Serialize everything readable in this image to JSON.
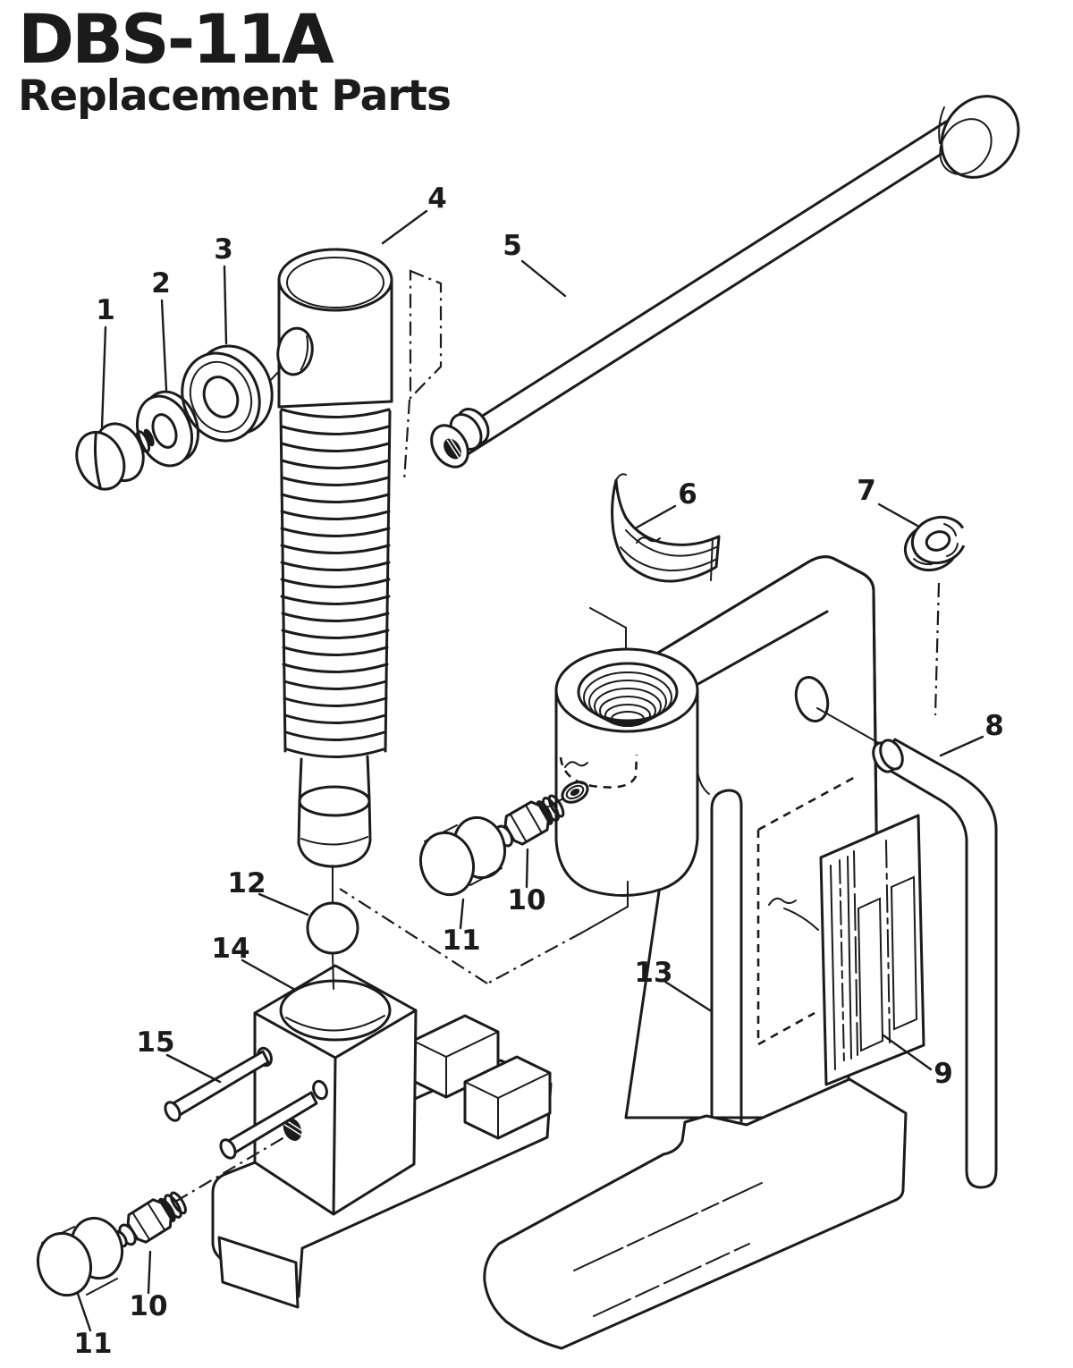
{
  "header": {
    "title": "DBS-11A",
    "subtitle": "Replacement Parts"
  },
  "diagram": {
    "kind": "exploded-parts-line-drawing",
    "ink_color": "#1b1b1b",
    "background_color": "#ffffff"
  },
  "callouts": {
    "c1": "1",
    "c2": "2",
    "c3": "3",
    "c4": "4",
    "c5": "5",
    "c6": "6",
    "c7": "7",
    "c8": "8",
    "c9": "9",
    "c10_upper": "10",
    "c11_upper": "11",
    "c12": "12",
    "c13": "13",
    "c14": "14",
    "c15": "15",
    "c10_lower": "10",
    "c11_lower": "11"
  }
}
